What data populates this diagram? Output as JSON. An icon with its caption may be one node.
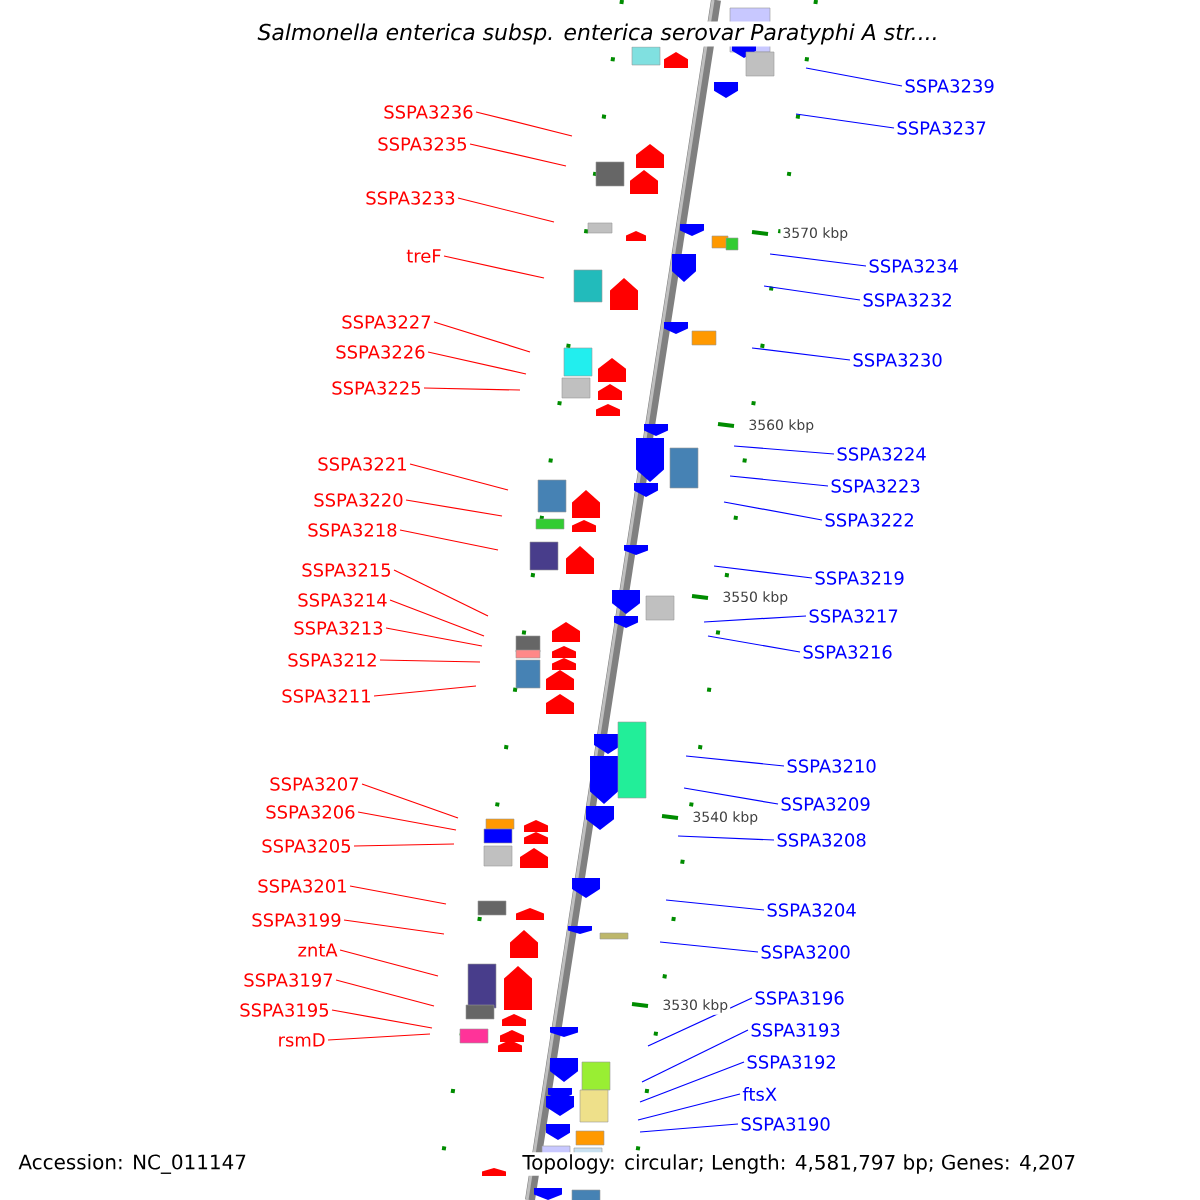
{
  "diagram": {
    "title": "Salmonella enterica subsp. enterica serovar Paratyphi A str....",
    "nodes": [
      {
        "text": [
          "SSPA3236"
        ]
      },
      {
        "text": [
          "SSPA3235"
        ]
      },
      {
        "text": [
          "SSPA3233"
        ]
      },
      {
        "text": [
          "treF"
        ]
      },
      {
        "text": [
          "SSPA3227"
        ]
      },
      {
        "text": [
          "SSPA3226"
        ]
      },
      {
        "text": [
          "SSPA3225"
        ]
      },
      {
        "text": [
          "SSPA3221"
        ]
      },
      {
        "text": [
          "SSPA3220"
        ]
      },
      {
        "text": [
          "SSPA3218"
        ]
      },
      {
        "text": [
          "SSPA3215"
        ]
      },
      {
        "text": [
          "SSPA3214"
        ]
      },
      {
        "text": [
          "SSPA3213"
        ]
      },
      {
        "text": [
          "SSPA3212"
        ]
      },
      {
        "text": [
          "SSPA3211"
        ]
      },
      {
        "text": [
          "SSPA3207"
        ]
      },
      {
        "text": [
          "SSPA3206"
        ]
      },
      {
        "text": [
          "SSPA3205"
        ]
      },
      {
        "text": [
          "SSPA3201"
        ]
      },
      {
        "text": [
          "SSPA3199"
        ]
      },
      {
        "text": [
          "zntA"
        ]
      },
      {
        "text": [
          "SSPA3197"
        ]
      },
      {
        "text": [
          "SSPA3195"
        ]
      },
      {
        "text": [
          "rsmD"
        ]
      },
      {
        "text": [
          "SSPA3239"
        ]
      },
      {
        "text": [
          "SSPA3237"
        ]
      },
      {
        "text": [
          "SSPA3234"
        ]
      },
      {
        "text": [
          "SSPA3232"
        ]
      },
      {
        "text": [
          "SSPA3230"
        ]
      },
      {
        "text": [
          "SSPA3224"
        ]
      },
      {
        "text": [
          "SSPA3223"
        ]
      },
      {
        "text": [
          "SSPA3222"
        ]
      },
      {
        "text": [
          "SSPA3219"
        ]
      },
      {
        "text": [
          "SSPA3217"
        ]
      },
      {
        "text": [
          "SSPA3216"
        ]
      },
      {
        "text": [
          "SSPA3210"
        ]
      },
      {
        "text": [
          "SSPA3209"
        ]
      },
      {
        "text": [
          "SSPA3208"
        ]
      },
      {
        "text": [
          "SSPA3204"
        ]
      },
      {
        "text": [
          "SSPA3200"
        ]
      },
      {
        "text": [
          "SSPA3196"
        ]
      },
      {
        "text": [
          "SSPA3193"
        ]
      },
      {
        "text": [
          "SSPA3192"
        ]
      },
      {
        "text": [
          "ftsX"
        ]
      },
      {
        "text": [
          "SSPA3190"
        ]
      }
    ],
    "edges": [
      {
        "from": 0,
        "to": null,
        "arrow": "none",
        "color": "#ff0000"
      },
      {
        "from": 1,
        "to": null,
        "arrow": "none",
        "color": "#ff0000"
      },
      {
        "from": 2,
        "to": null,
        "arrow": "none",
        "color": "#ff0000"
      },
      {
        "from": 3,
        "to": null,
        "arrow": "none",
        "color": "#ff0000"
      },
      {
        "from": 4,
        "to": null,
        "arrow": "none",
        "color": "#ff0000"
      },
      {
        "from": 5,
        "to": null,
        "arrow": "none",
        "color": "#ff0000"
      },
      {
        "from": 6,
        "to": null,
        "arrow": "none",
        "color": "#ff0000"
      },
      {
        "from": 7,
        "to": null,
        "arrow": "none",
        "color": "#ff0000"
      },
      {
        "from": 8,
        "to": null,
        "arrow": "none",
        "color": "#ff0000"
      },
      {
        "from": 9,
        "to": null,
        "arrow": "none",
        "color": "#ff0000"
      },
      {
        "from": 10,
        "to": null,
        "arrow": "none",
        "color": "#ff0000"
      },
      {
        "from": 11,
        "to": null,
        "arrow": "none",
        "color": "#ff0000"
      },
      {
        "from": 12,
        "to": null,
        "arrow": "none",
        "color": "#ff0000"
      },
      {
        "from": 13,
        "to": null,
        "arrow": "none",
        "color": "#ff0000"
      },
      {
        "from": 14,
        "to": null,
        "arrow": "none",
        "color": "#ff0000"
      },
      {
        "from": 15,
        "to": null,
        "arrow": "none",
        "color": "#ff0000"
      },
      {
        "from": 16,
        "to": null,
        "arrow": "none",
        "color": "#ff0000"
      },
      {
        "from": 17,
        "to": null,
        "arrow": "none",
        "color": "#ff0000"
      },
      {
        "from": 18,
        "to": null,
        "arrow": "none",
        "color": "#ff0000"
      },
      {
        "from": 19,
        "to": null,
        "arrow": "none",
        "color": "#ff0000"
      },
      {
        "from": 20,
        "to": null,
        "arrow": "none",
        "color": "#ff0000"
      },
      {
        "from": 21,
        "to": null,
        "arrow": "none",
        "color": "#ff0000"
      },
      {
        "from": 22,
        "to": null,
        "arrow": "none",
        "color": "#ff0000"
      },
      {
        "from": 23,
        "to": null,
        "arrow": "none",
        "color": "#ff0000"
      },
      {
        "from": 24,
        "to": null,
        "arrow": "none",
        "color": "#0000ff"
      },
      {
        "from": 25,
        "to": null,
        "arrow": "none",
        "color": "#0000ff"
      },
      {
        "from": 26,
        "to": null,
        "arrow": "none",
        "color": "#0000ff"
      },
      {
        "from": 27,
        "to": null,
        "arrow": "none",
        "color": "#0000ff"
      },
      {
        "from": 28,
        "to": null,
        "arrow": "none",
        "color": "#0000ff"
      },
      {
        "from": 29,
        "to": null,
        "arrow": "none",
        "color": "#0000ff"
      },
      {
        "from": 30,
        "to": null,
        "arrow": "none",
        "color": "#0000ff"
      },
      {
        "from": 31,
        "to": null,
        "arrow": "none",
        "color": "#0000ff"
      },
      {
        "from": 32,
        "to": null,
        "arrow": "none",
        "color": "#0000ff"
      },
      {
        "from": 33,
        "to": null,
        "arrow": "none",
        "color": "#0000ff"
      },
      {
        "from": 34,
        "to": null,
        "arrow": "none",
        "color": "#0000ff"
      },
      {
        "from": 35,
        "to": null,
        "arrow": "none",
        "color": "#0000ff"
      },
      {
        "from": 36,
        "to": null,
        "arrow": "none",
        "color": "#0000ff"
      },
      {
        "from": 37,
        "to": null,
        "arrow": "none",
        "color": "#0000ff"
      },
      {
        "from": 38,
        "to": null,
        "arrow": "none",
        "color": "#0000ff"
      },
      {
        "from": 39,
        "to": null,
        "arrow": "none",
        "color": "#0000ff"
      },
      {
        "from": 40,
        "to": null,
        "arrow": "none",
        "color": "#0000ff"
      },
      {
        "from": 41,
        "to": null,
        "arrow": "none",
        "color": "#0000ff"
      },
      {
        "from": 42,
        "to": null,
        "arrow": "none",
        "color": "#0000ff"
      },
      {
        "from": 43,
        "to": null,
        "arrow": "none",
        "color": "#0000ff"
      },
      {
        "from": 44,
        "to": null,
        "arrow": "none",
        "color": "#0000ff"
      }
    ],
    "labels": [
      "3570 kbp",
      "3560 kbp",
      "3550 kbp",
      "3540 kbp",
      "3530 kbp",
      "Accession: NC_011147",
      "Topology: circular; Length: 4,581,797 bp; Genes: 4,207"
    ]
  }
}
